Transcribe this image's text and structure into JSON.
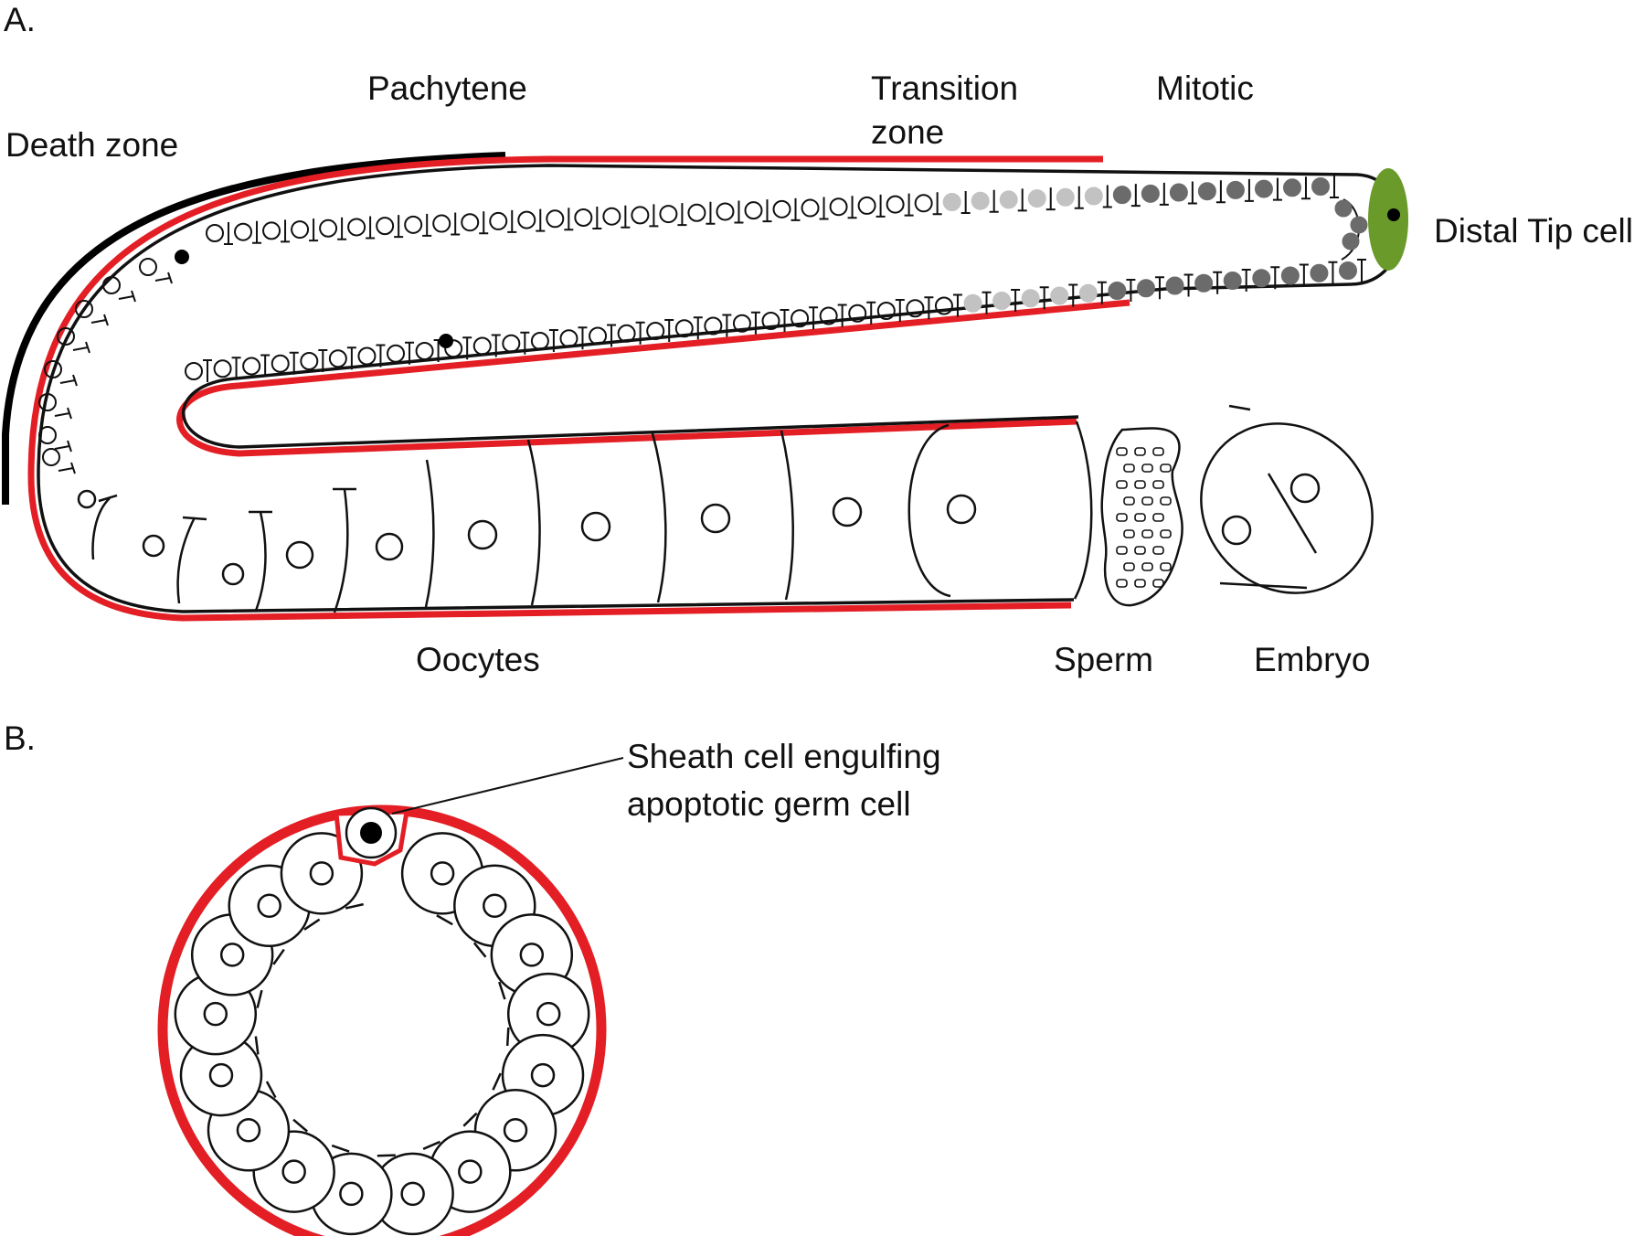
{
  "panels": {
    "a": {
      "label": "A."
    },
    "b": {
      "label": "B."
    }
  },
  "labels": {
    "pachytene": "Pachytene",
    "death_zone": "Death zone",
    "transition_line1": "Transition",
    "transition_line2": "zone",
    "mitotic": "Mitotic",
    "distal_tip_cell": "Distal Tip cell",
    "oocytes": "Oocytes",
    "sperm": "Sperm",
    "embryo": "Embryo",
    "sheath_line1": "Sheath cell engulfing",
    "sheath_line2": "apoptotic germ cell"
  },
  "colors": {
    "sheath": "#e31e24",
    "outline": "#111111",
    "death_zone": "#000000",
    "distal_tip": "#6a9a2a",
    "mitotic_nuclei": "#6b6b6b",
    "transition_nuclei": "#c2c2c2",
    "apoptotic_nucleus": "#000000"
  }
}
